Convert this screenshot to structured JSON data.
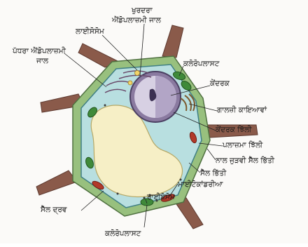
{
  "diagram": {
    "labels": {
      "rough_er": [
        "ਖੁਰਦਰਾ",
        "ਐਂਡੋਪਲਾਜ਼ਮੀ ਜਾਲ"
      ],
      "lysosome": "ਲਾਈਸੋਸੋਮ",
      "smooth_er": [
        "ਪੱਧਰਾ ਐਂਡੋਪਲਾਜ਼ਮੀ",
        "ਜਾਲ"
      ],
      "chloroplast_top": "ਕਲੋਰੋਪਲਾਸਟ",
      "nucleus": "ਕੇਂਦਰਕ",
      "golgi": "ਗਾਲਜ਼ੀ ਕਾਇਆਵਾਂ",
      "nuclear_membrane": "ਕੇਂਦਰਕ ਝਿੱਲੀ",
      "plasma_membrane": "ਪਲਾਜ਼ਮਾ ਝਿੱਲੀ",
      "adjacent_cell_wall": "ਨਾਲ ਜੁੜਵੀ ਸੈੱਲ ਭਿੱਤੀ",
      "cell_wall": "ਸੈੱਲ ਭਿੱਤੀ",
      "mitochondria": "ਮਾਈਟੋਕਾਂਡਰੀਆ",
      "ribosome": "ਰਾਈਬੋਸੋਮ",
      "cytoplasm": "ਸੈੱਲ ਦ੍ਰਵ",
      "chloroplast_bottom": "ਕਲੋਰੋਪਲਾਸਟ"
    }
  }
}
